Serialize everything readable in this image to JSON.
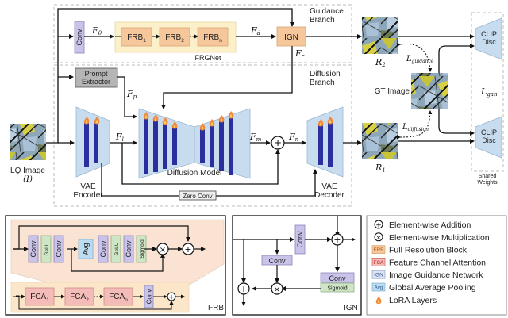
{
  "top": {
    "guidance_branch_label": [
      "Guidance",
      "Branch"
    ],
    "diffusion_branch_label": [
      "Diffusion",
      "Branch"
    ],
    "conv_label": "Conv",
    "f0": "F",
    "f0_sub": "0",
    "frgnet": {
      "label": "FRGNet",
      "blocks": [
        {
          "name": "FRB",
          "sub": "1"
        },
        {
          "name": "FRB",
          "sub": "2"
        },
        {
          "name": "FRB",
          "sub": "n"
        }
      ]
    },
    "fd": "F",
    "fd_sub": "d",
    "ign_label": "IGN",
    "fr": "F",
    "fr_sub": "r",
    "prompt_extractor": [
      "Prompt",
      "Extractor"
    ],
    "fp": "F",
    "fp_sub": "p",
    "lq_image": [
      "LQ Image",
      "(I)"
    ],
    "vae_encoder": [
      "VAE",
      "Encoder"
    ],
    "fl": "F",
    "fl_sub": "l",
    "diffusion_model": "Diffusion Model",
    "fm": "F",
    "fm_sub": "m",
    "fn": "F",
    "fn_sub": "n",
    "vae_decoder": [
      "VAE",
      "Decoder"
    ],
    "zero_conv": "Zero Conv",
    "r2": "R",
    "r2_sub": "2",
    "r1": "R",
    "r1_sub": "1",
    "gt_image": "GT Image",
    "l_guidance": "L",
    "l_guidance_sub": "guidance",
    "l_diffusion": "L",
    "l_diffusion_sub": "diffusion",
    "l_gan": "L",
    "l_gan_sub": "gan",
    "clip_disc": [
      "CLIP",
      "Disc"
    ],
    "shared_weights": [
      "Shared",
      "Weights"
    ]
  },
  "frb_panel": {
    "title": "FRB",
    "fca_layers": [
      "Conv",
      "GeLU",
      "Conv",
      "Avg",
      "Conv",
      "GeLU",
      "Conv",
      "Sigmoid"
    ],
    "fca_blocks": [
      {
        "name": "FCA",
        "sub": "1"
      },
      {
        "name": "FCA",
        "sub": "2"
      },
      {
        "name": "FCA",
        "sub": "n"
      }
    ],
    "conv": "Conv"
  },
  "ign_panel": {
    "title": "IGN",
    "conv_top": "Conv",
    "conv_left": "Conv",
    "conv_right": "Conv",
    "sigmoid": "Sigmoid"
  },
  "legend": {
    "items": [
      {
        "icon": "plus-circle-icon",
        "badge": "",
        "label": "Element-wise Addition"
      },
      {
        "icon": "times-circle-icon",
        "badge": "",
        "label": "Element-wise Multiplication"
      },
      {
        "icon": "frb-badge-icon",
        "badge": "FRB",
        "label": "Full Resolution Block"
      },
      {
        "icon": "fca-badge-icon",
        "badge": "FCA",
        "label": "Feature Channel Attention"
      },
      {
        "icon": "ign-badge-icon",
        "badge": "IGN",
        "label": "Image Guidance Network"
      },
      {
        "icon": "avg-badge-icon",
        "badge": "Avg",
        "label": "Global Average Pooling"
      },
      {
        "icon": "flame-icon",
        "badge": "",
        "label": "LoRA Layers"
      }
    ]
  },
  "colors": {
    "conv": "#c9c3ea",
    "gelu": "#cfe6c6",
    "avg": "#bcdcf2",
    "frb": "#f6c79a",
    "frgnet_bg": "#fbf0c9",
    "fca": "#f4bcb8",
    "frb_panel_bg": "#fae3d2",
    "vae": "#c8dcef",
    "bar": "#2b2f9e",
    "flame": "#f08a3c",
    "prompt": "#b5b5b5"
  }
}
